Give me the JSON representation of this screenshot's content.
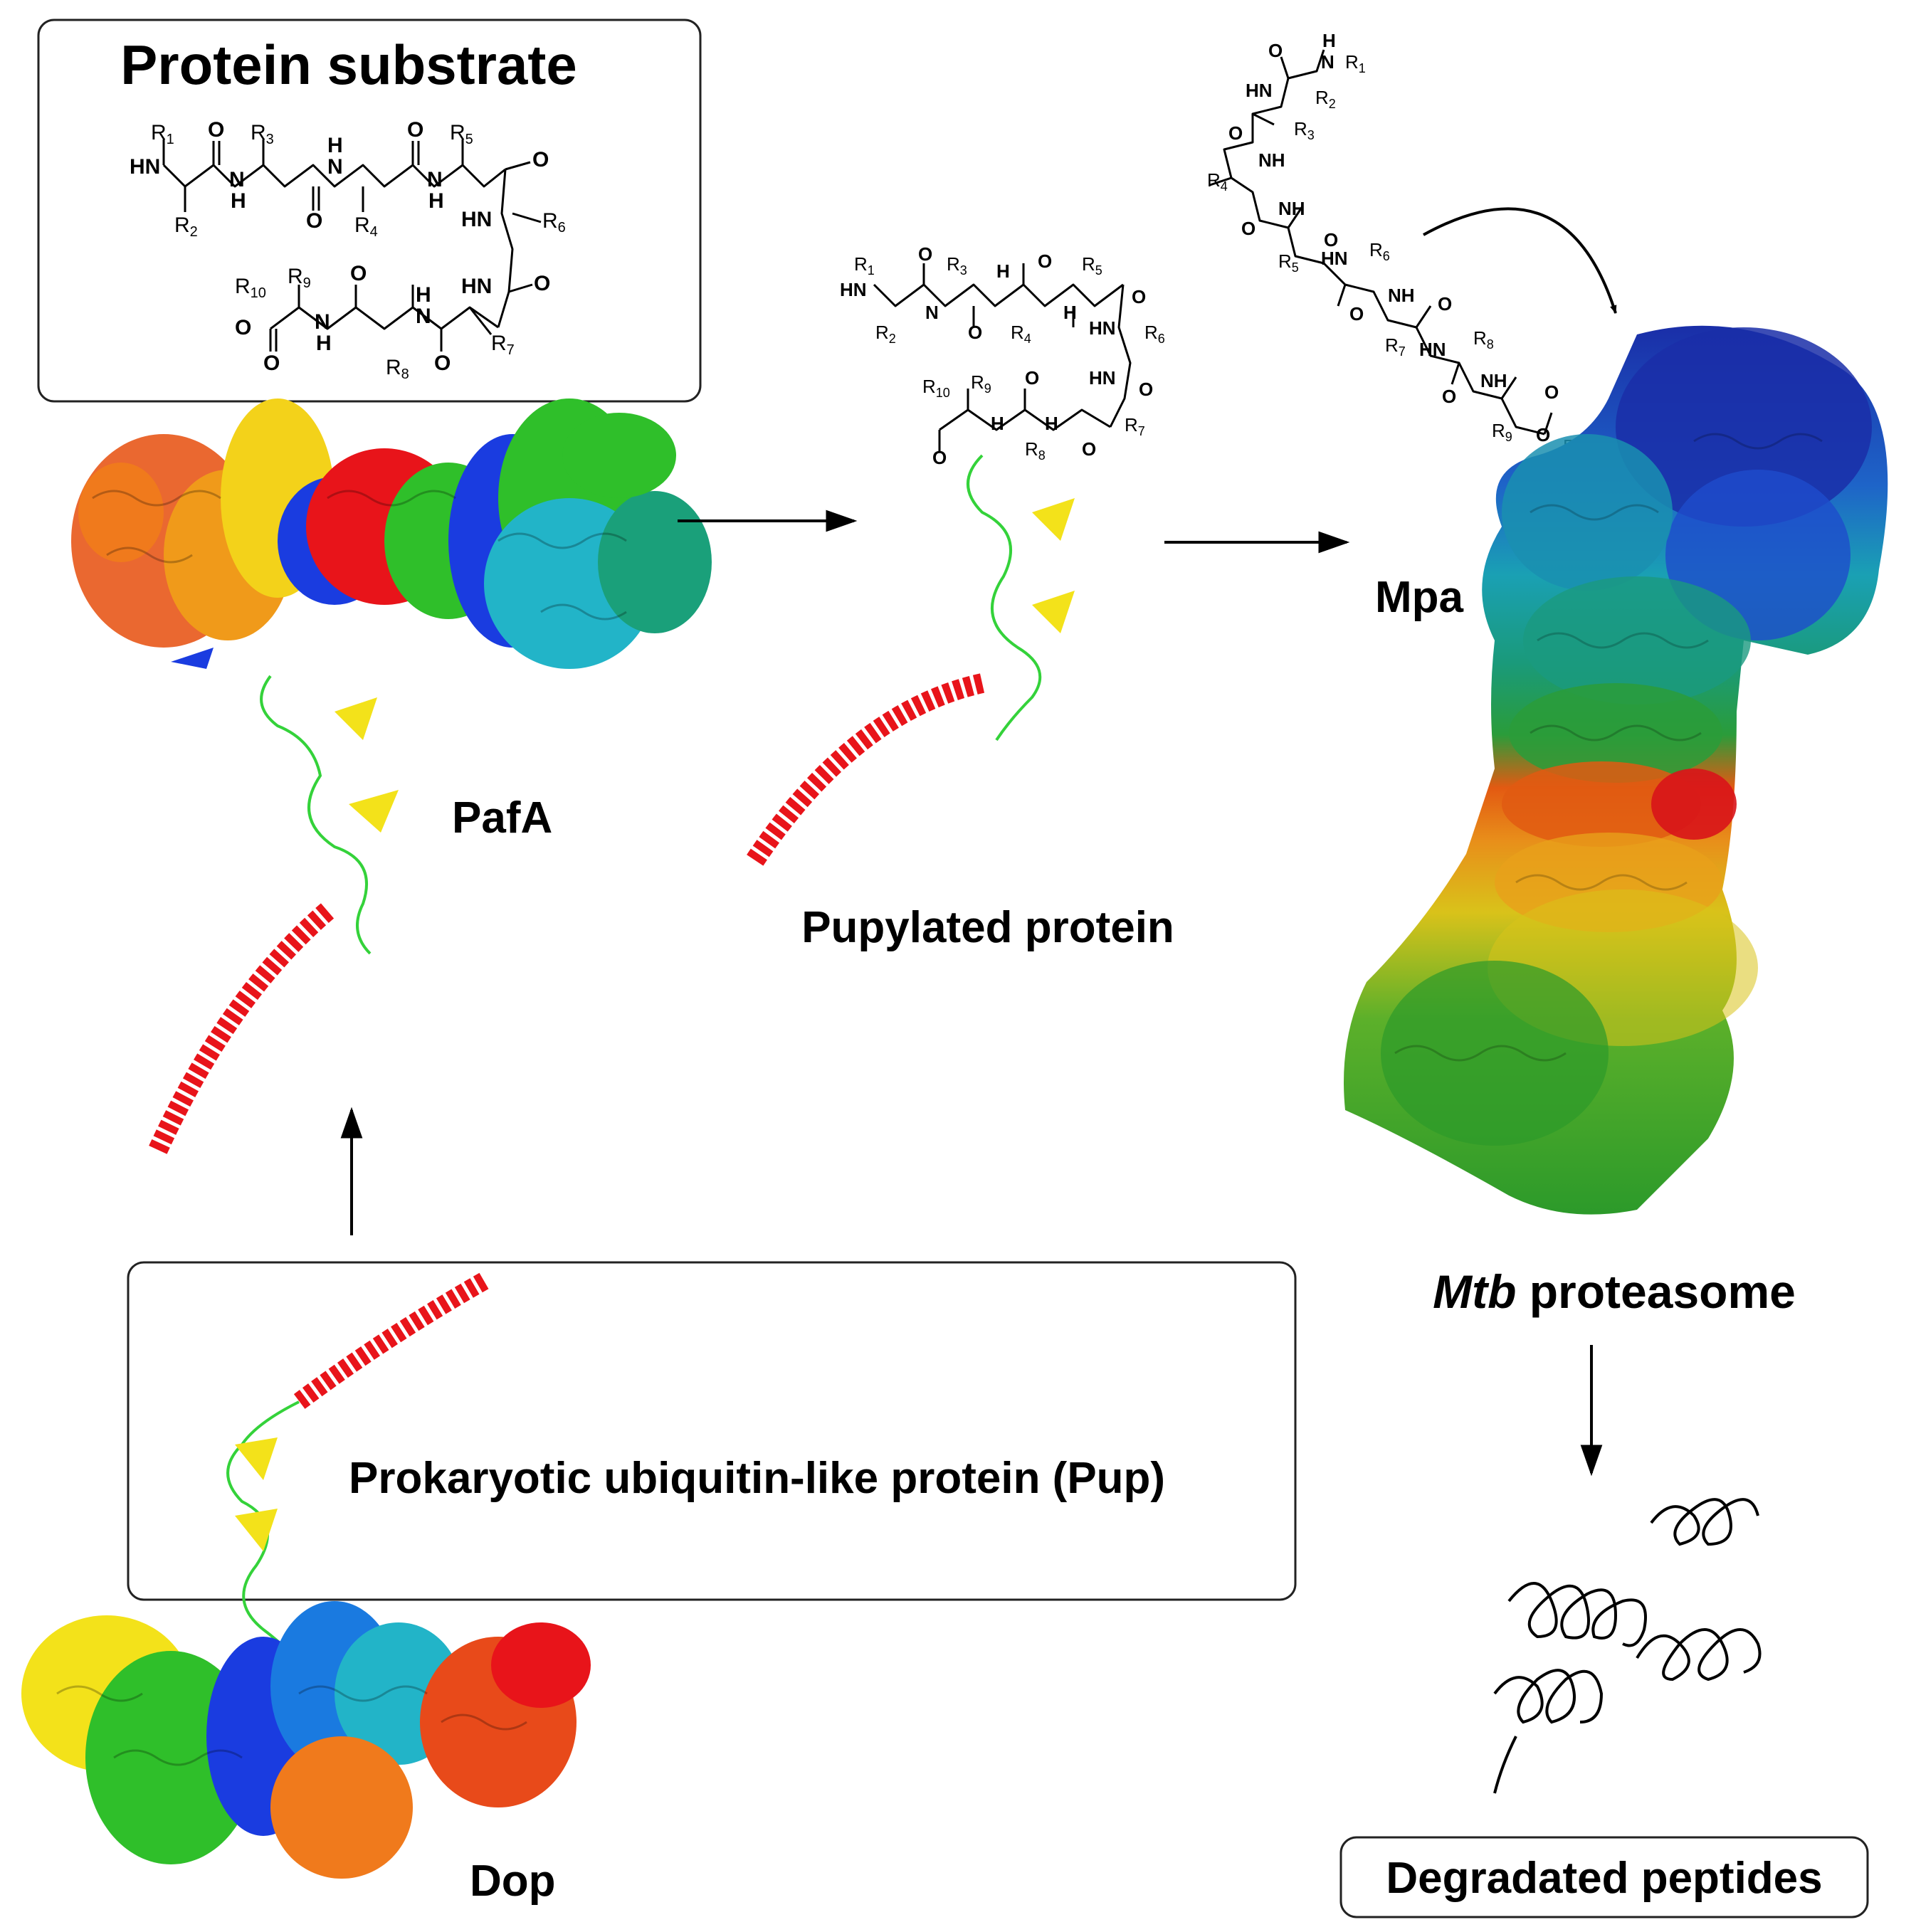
{
  "labels": {
    "protein_substrate": "Protein substrate",
    "pafa": "PafA",
    "pupylated_protein": "Pupylated protein",
    "mpa": "Mpa",
    "mtb_italic": "Mtb",
    "proteasome": " proteasome",
    "pup": "Prokaryotic ubiquitin-like protein (Pup)",
    "dop": "Dop",
    "degraded": "Degradated peptides"
  },
  "chem": {
    "r1": "R",
    "r1s": "1",
    "r2": "R",
    "r2s": "2",
    "r3": "R",
    "r3s": "3",
    "r4": "R",
    "r4s": "4",
    "r5": "R",
    "r5s": "5",
    "r6": "R",
    "r6s": "6",
    "r7": "R",
    "r7s": "7",
    "r8": "R",
    "r8s": "8",
    "r9": "R",
    "r9s": "9",
    "r10": "R",
    "r10s": "10",
    "hn": "HN",
    "nh": "NH",
    "n": "N",
    "h": "H",
    "o": "O"
  },
  "colors": {
    "red": "#e8141a",
    "orange": "#f07a1c",
    "yellow": "#f3e21a",
    "green": "#2fbf2a",
    "cyan": "#22b4c8",
    "blue": "#1a3ce0",
    "dark_blue": "#142a9e",
    "loop_green": "#34d23a"
  },
  "icons": {
    "pafa_structure": "protein-ribbon-icon",
    "pup_structure": "pup-helix-icon",
    "dop_structure": "protein-ribbon-icon",
    "proteasome_structure": "proteasome-icon",
    "peptides": "coil-peptide-icon"
  }
}
